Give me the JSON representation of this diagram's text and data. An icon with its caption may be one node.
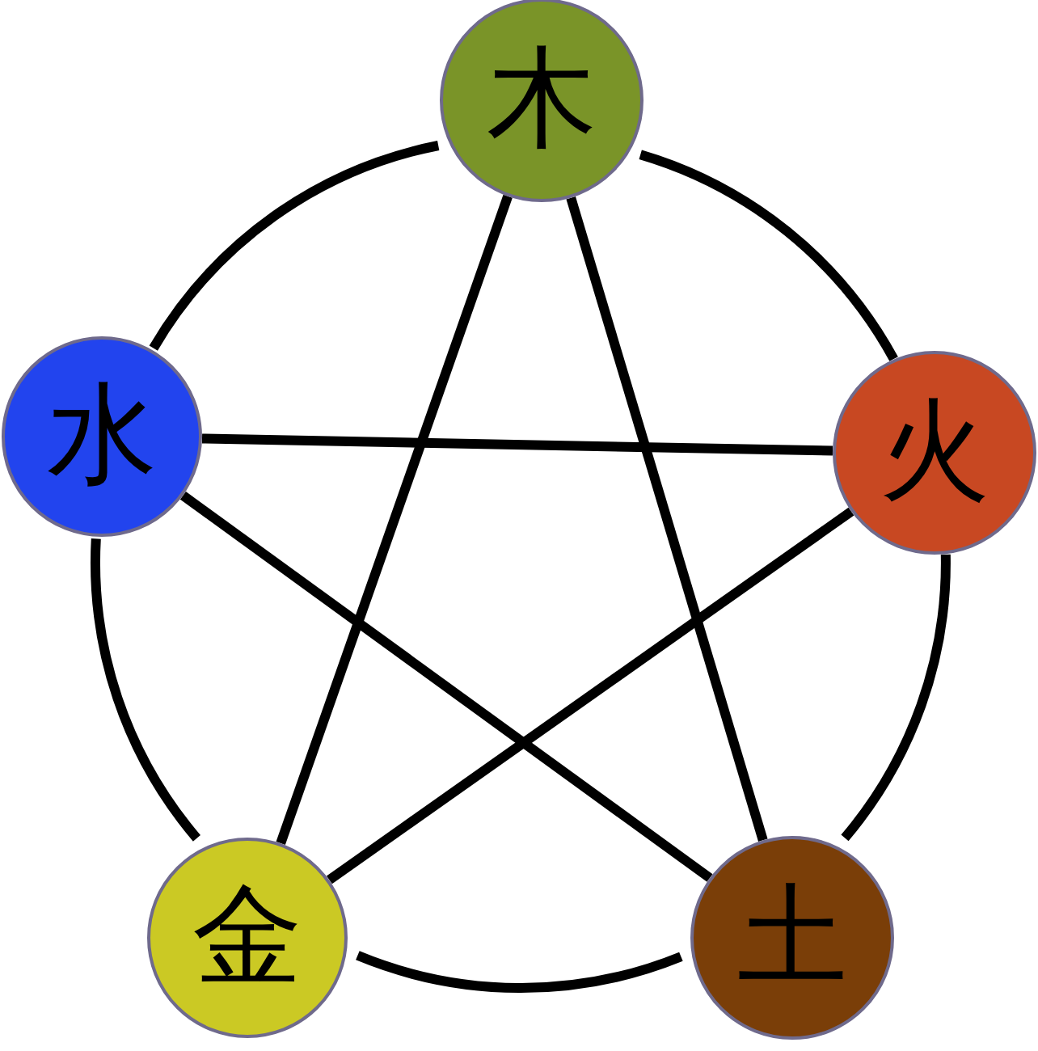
{
  "diagram": {
    "nodes": [
      {
        "text": [
          "木"
        ]
      },
      {
        "text": [
          "火"
        ]
      },
      {
        "text": [
          "土"
        ]
      },
      {
        "text": [
          "金"
        ]
      },
      {
        "text": [
          "水"
        ]
      }
    ],
    "edges": [
      {
        "from": 0,
        "to": 1,
        "arrow": "none"
      },
      {
        "from": 1,
        "to": 2,
        "arrow": "none"
      },
      {
        "from": 2,
        "to": 3,
        "arrow": "none"
      },
      {
        "from": 3,
        "to": 4,
        "arrow": "none"
      },
      {
        "from": 4,
        "to": 0,
        "arrow": "none"
      },
      {
        "from": 0,
        "to": 3,
        "arrow": "none"
      },
      {
        "from": 0,
        "to": 2,
        "arrow": "none"
      },
      {
        "from": 4,
        "to": 1,
        "arrow": "none"
      },
      {
        "from": 4,
        "to": 2,
        "arrow": "none"
      },
      {
        "from": 3,
        "to": 1,
        "arrow": "none"
      }
    ]
  }
}
